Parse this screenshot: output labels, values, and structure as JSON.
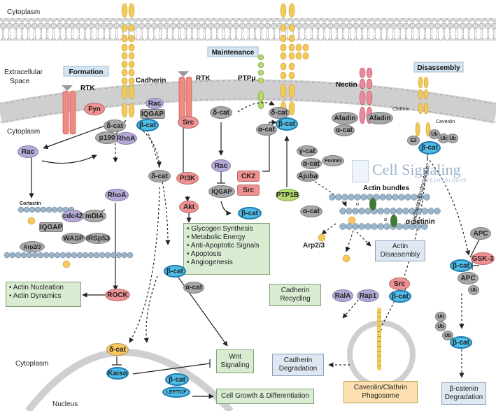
{
  "regions": {
    "cytoplasm_top": "Cytoplasm",
    "extracellular": "Extracellular",
    "space": "Space",
    "cytoplasm_mid": "Cytoplasm",
    "cytoplasm_bottom": "Cytoplasm",
    "nucleus": "Nucleus"
  },
  "phases": {
    "formation": "Formation",
    "maintenance": "Maintenance",
    "disassembly": "Disassembly"
  },
  "membrane_labels": {
    "rtk_left": "RTK",
    "cadherin": "Cadherin",
    "rtk_mid": "RTK",
    "ptp_mu": "PTPμ",
    "nectin": "Nectin",
    "clathrin": "Clathrin",
    "caveolin": "Caveolin",
    "e3": "E3",
    "ub": "Ub"
  },
  "nodes": {
    "fyn": "Fyn",
    "rac_top": "Rac",
    "iqgap_top": "IQGAP",
    "delta_cat_top": "δ-cat",
    "beta_cat_top": "β-cat",
    "src_top": "Src",
    "p190": "p190",
    "rhoa_top": "RhoA",
    "rac_left": "Rac",
    "rhoa_mid": "RhoA",
    "cortactin": "Cortactin",
    "cdc42": "cdc42",
    "mdia": "mDIA",
    "iqgap_left": "IQGAP",
    "wasp": "WASP",
    "irsp53": "IRSp53",
    "arp23_left": "Arp2/3",
    "rock": "ROCK",
    "delta_cat_mid": "δ-cat",
    "pi3k": "PI3K",
    "akt": "Akt",
    "delta_cat_maint": "δ-cat",
    "rac_maint": "Rac",
    "iqgap_maint": "IQGAP",
    "ck2": "CK2",
    "src_maint": "Src",
    "beta_cat_maint_low": "β-cat",
    "delta_cat_ptp": "δ-cat",
    "alpha_cat_ptp": "α-cat",
    "beta_cat_ptp": "β-cat",
    "ptp1b": "PTP1B",
    "afadin_l": "Afadin",
    "afadin_r": "Afadin",
    "alpha_cat_nectin": "α-cat",
    "gamma_cat": "γ-cat",
    "alpha_cat_ajuba": "α-cat",
    "formin": "Formin",
    "ajuba": "Ajuba",
    "alpha_cat_left_actin": "α-cat",
    "beta_cat_dis": "β-cat",
    "beta_cat_center": "β-cat",
    "alpha_cat_center": "α-cat",
    "delta_cat_nuc": "δ-cat",
    "kaiso": "Kaiso",
    "beta_cat_nuc": "β-cat",
    "lef_tcf": "LEF/TCF",
    "src_bottom": "Src",
    "rap1": "Rap1",
    "beta_cat_bottom": "β-cat",
    "rala": "RalA",
    "apc_top": "APC",
    "gsk3": "GSK-3",
    "beta_cat_right": "β-cat",
    "apc_mid": "APC",
    "ub_right": "Ub",
    "beta_cat_right_low": "β-cat",
    "arp23_right": "Arp2/3",
    "alpha_small_1": "α",
    "alpha_small_2": "α",
    "alpha_small_3": "α"
  },
  "actin": {
    "bundles": "Actin bundles",
    "alpha_actinin": "α-actinin"
  },
  "outcome_boxes": {
    "akt_effects": [
      "Glycogen Synthesis",
      "Metabolic Energy",
      "Anti-Apoptotic Signals",
      "Apoptosis",
      "Angiogenesis"
    ],
    "actin_effects": [
      "Actin Nucleation",
      "Actin Dynamics"
    ],
    "actin_disassembly": [
      "Actin",
      "Disassembly"
    ],
    "cadherin_recycling": [
      "Cadherin",
      "Recycling"
    ],
    "cadherin_degradation": [
      "Cadherin",
      "Degradation"
    ],
    "wnt": [
      "Wnt",
      "Signaling"
    ],
    "cell_growth": "Cell Growth & Differentiation",
    "phagosome": [
      "Caveolin/Clathrin",
      "Phagosome"
    ],
    "beta_catenin_degradation": [
      "β-catenin",
      "Degradation"
    ]
  },
  "side_label": "Cadherin Endocytosis",
  "logo": {
    "name": "Cell Signaling",
    "sub": "TECHNOLOGY®"
  },
  "colors": {
    "membrane_head": "#d5d5d5",
    "cadherin_yellow": "#f3c95a",
    "rtk_red": "#f08a82",
    "node_gray": "#a8a8a8",
    "node_purple": "#b4a8d8",
    "node_blue": "#4fbde8",
    "node_red": "#f09090",
    "node_orange": "#f5c860",
    "node_green": "#b6d870",
    "box_green": "#d9ecd2",
    "box_blue": "#dfe7f2",
    "box_orange": "#fde0b0",
    "actin_blue": "#9cb4c8",
    "label_box": "#d4e4f0"
  }
}
